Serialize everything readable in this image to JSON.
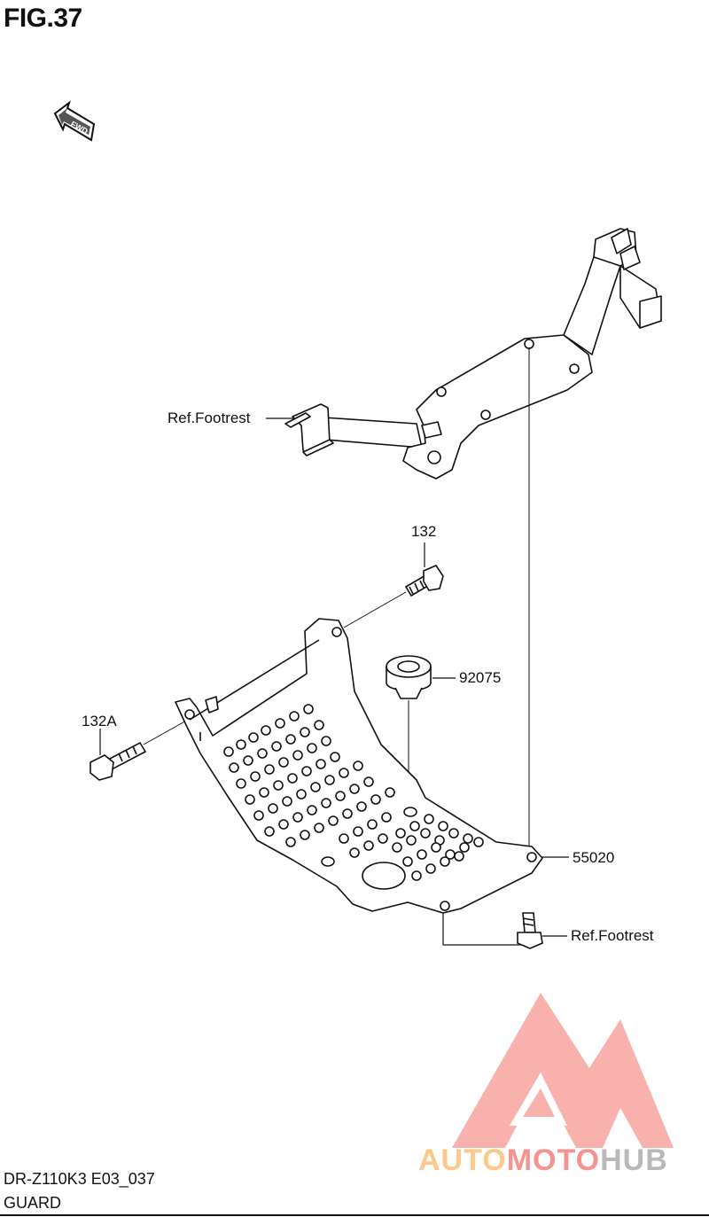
{
  "figure": {
    "title": "FIG.37"
  },
  "fwd_label": "FWD",
  "callouts": {
    "ref_footrest_top": "Ref.Footrest",
    "bolt_132": "132",
    "bolt_132a": "132A",
    "cushion_92075": "92075",
    "guard_55020": "55020",
    "ref_footrest_bottom": "Ref.Footrest"
  },
  "footer": {
    "model": "DR-Z110K3 E03_037",
    "name": "GUARD"
  },
  "watermark": {
    "part1": "AUTO",
    "part2": "MOTO",
    "part3": "HUB"
  },
  "colors": {
    "watermark_orange": "#fcc98a",
    "watermark_red": "#f69390",
    "watermark_gray": "#b9b9b9",
    "line": "#111111"
  }
}
